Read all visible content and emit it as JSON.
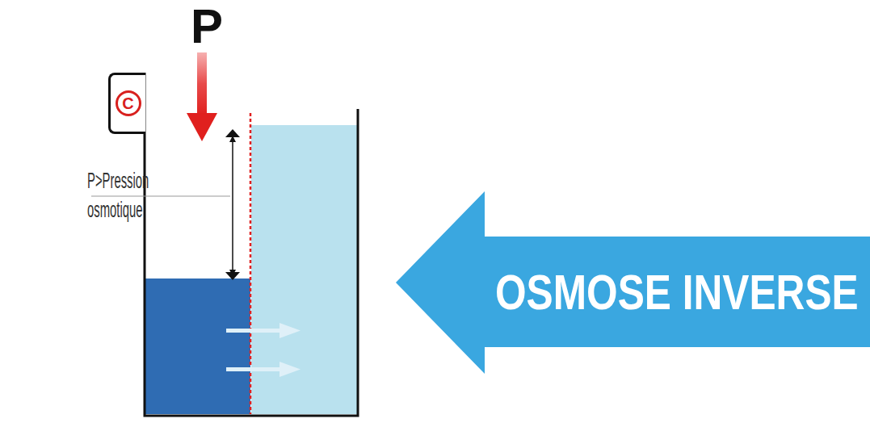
{
  "diagram": {
    "nodes": [
      {
        "text": [
          "C"
        ]
      },
      {
        "text": [
          "OSMOSE INVERSE"
        ]
      }
    ],
    "labels": [
      "P",
      "P>Pression osmotique"
    ]
  }
}
